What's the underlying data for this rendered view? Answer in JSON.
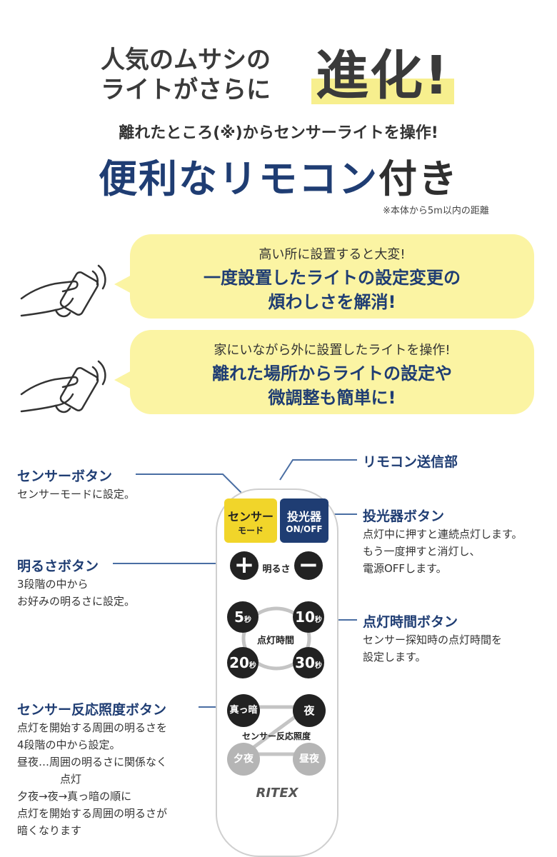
{
  "header": {
    "line1": "人気のムサシの",
    "line2": "ライトがさらに",
    "highlight": "進化!",
    "subtitle": "離れたところ(※)からセンサーライトを操作!",
    "main_part1": "便利な",
    "main_part2": "リモコン",
    "main_part3": "付き",
    "note": "※本体から5m以内の距離"
  },
  "bubbles": [
    {
      "small": "高い所に設置すると大変!",
      "big1": "一度設置したライトの設定変更の",
      "big2": "煩わしさを解消!"
    },
    {
      "small": "家にいながら外に設置したライトを操作!",
      "big1": "離れた場所からライトの設定や",
      "big2": "微調整も簡単に!"
    }
  ],
  "callouts": {
    "sensor": {
      "title": "センサーボタン",
      "desc1": "センサーモードに設定。"
    },
    "remote_tx": {
      "title": "リモコン送信部"
    },
    "projector": {
      "title": "投光器ボタン",
      "desc1": "点灯中に押すと連続点灯します。",
      "desc2": "もう一度押すと消灯し、",
      "desc3": "電源OFFします。"
    },
    "brightness": {
      "title": "明るさボタン",
      "desc1": "3段階の中から",
      "desc2": "お好みの明るさに設定。"
    },
    "timer": {
      "title": "点灯時間ボタン",
      "desc1": "センサー探知時の点灯時間を",
      "desc2": "設定します。"
    },
    "lux": {
      "title": "センサー反応照度ボタン",
      "desc1": "点灯を開始する周囲の明るさを",
      "desc2": "4段階の中から設定。",
      "desc3": "昼夜…周囲の明るさに関係なく",
      "desc4": "点灯",
      "desc5": "夕夜→夜→真っ暗の順に",
      "desc6": "点灯を開始する周囲の明るさが",
      "desc7": "暗くなります"
    }
  },
  "remote": {
    "sensor_btn1": "センサー",
    "sensor_btn2": "モード",
    "proj_btn1": "投光器",
    "proj_btn2": "ON/OFF",
    "plus": "+",
    "minus": "−",
    "bright_label": "明るさ",
    "t5": "5",
    "t10": "10",
    "t20": "20",
    "t30": "30",
    "sec": "秒",
    "timer_label": "点灯時間",
    "mango": "真っ暗",
    "yoru": "夜",
    "yuyoru": "夕夜",
    "chuya": "昼夜",
    "lux_label": "センサー反応照度",
    "brand": "RITEX"
  },
  "colors": {
    "navy": "#1f3d73",
    "yellow": "#f1d52a",
    "bubble": "#fbf4a3"
  }
}
